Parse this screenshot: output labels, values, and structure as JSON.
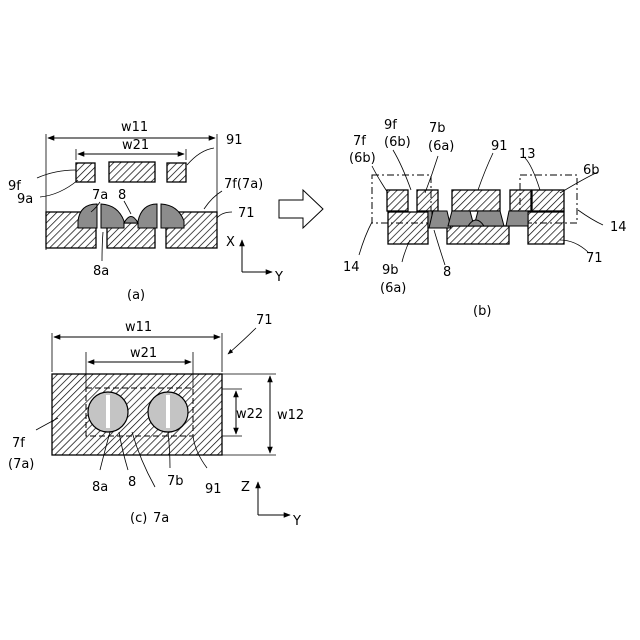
{
  "figure": {
    "panel_a": {
      "caption": "(a)",
      "labels": {
        "w11": "w11",
        "w21": "w21",
        "l91": "91",
        "l9f": "9f",
        "l9a": "9a",
        "l7a": "7a",
        "l8": "8",
        "l7f": "7f(7a)",
        "l71": "71",
        "l8a": "8a"
      },
      "axes": {
        "up": "X",
        "right": "Y"
      }
    },
    "panel_b": {
      "caption": "(b)",
      "labels": {
        "l7f": "7f",
        "l6b_left": "(6b)",
        "l9f": "9f",
        "l6b_mid": "(6b)",
        "l7b": "7b",
        "l6a_top": "(6a)",
        "l91": "91",
        "l13": "13",
        "l6b_right": "6b",
        "l14_right": "14",
        "l14_left": "14",
        "l9b": "9b",
        "l6a_bottom": "(6a)",
        "l8": "8",
        "l71": "71"
      }
    },
    "panel_c": {
      "caption": "(c)",
      "labels": {
        "w11": "w11",
        "w21": "w21",
        "l71": "71",
        "w22": "w22",
        "w12": "w12",
        "l7f": "7f",
        "l7a_paren": "(7a)",
        "l8a": "8a",
        "l8": "8",
        "l7b": "7b",
        "l91": "91",
        "l7a": "7a"
      },
      "axes": {
        "up": "Z",
        "right": "Y"
      }
    }
  }
}
